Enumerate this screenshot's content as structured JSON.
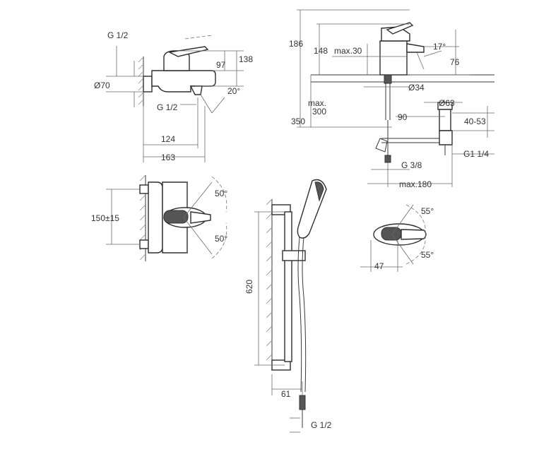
{
  "bath_mixer": {
    "thread": "G 1/2",
    "diameter": "Ø70",
    "height_97": "97",
    "height_138": "138",
    "spout_thread": "G 1/2",
    "angle": "20°",
    "depth_124": "124",
    "depth_163": "163"
  },
  "basin_mixer": {
    "height_186": "186",
    "height_148": "148",
    "max_30": "max.30",
    "angle_17": "17°",
    "spout_76": "76",
    "diameter_34": "Ø34",
    "max_label": "max.",
    "max_300": "300",
    "length_350": "350",
    "reach_90": "90",
    "diameter_63": "Ø63",
    "range_40_53": "40-53",
    "waste_thread": "G1 1/4",
    "supply_thread": "G 3/8",
    "max_180": "max.180"
  },
  "bath_mixer_front": {
    "centers": "150±15",
    "angle_top": "50°",
    "angle_bottom": "50°"
  },
  "shower_rail": {
    "height_620": "620",
    "offset_61": "61",
    "hose_thread": "G 1/2"
  },
  "basin_handle": {
    "angle_top": "55°",
    "angle_bottom": "55°",
    "width_47": "47"
  }
}
